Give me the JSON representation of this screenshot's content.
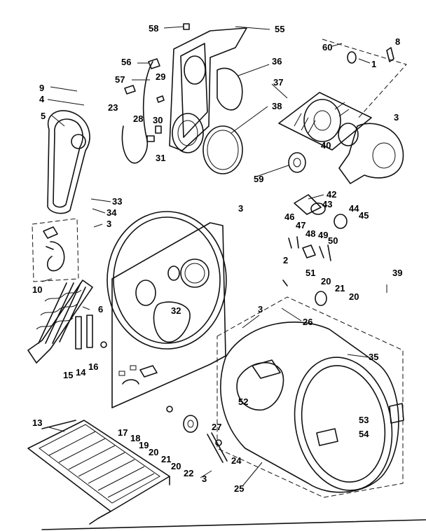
{
  "callouts": [
    {
      "id": "c58",
      "text": "58"
    },
    {
      "id": "c55",
      "text": "55"
    },
    {
      "id": "c60",
      "text": "60"
    },
    {
      "id": "c8",
      "text": "8"
    },
    {
      "id": "c1",
      "text": "1"
    },
    {
      "id": "c56",
      "text": "56"
    },
    {
      "id": "c36",
      "text": "36"
    },
    {
      "id": "c57",
      "text": "57"
    },
    {
      "id": "c29",
      "text": "29"
    },
    {
      "id": "c37",
      "text": "37"
    },
    {
      "id": "c9",
      "text": "9"
    },
    {
      "id": "c4",
      "text": "4"
    },
    {
      "id": "c23",
      "text": "23"
    },
    {
      "id": "c38",
      "text": "38"
    },
    {
      "id": "c3a",
      "text": "3"
    },
    {
      "id": "c5",
      "text": "5"
    },
    {
      "id": "c28",
      "text": "28"
    },
    {
      "id": "c30",
      "text": "30"
    },
    {
      "id": "c40",
      "text": "40"
    },
    {
      "id": "c31",
      "text": "31"
    },
    {
      "id": "c59",
      "text": "59"
    },
    {
      "id": "c42",
      "text": "42"
    },
    {
      "id": "c43",
      "text": "43"
    },
    {
      "id": "c33",
      "text": "33"
    },
    {
      "id": "c44",
      "text": "44"
    },
    {
      "id": "c45",
      "text": "45"
    },
    {
      "id": "c3b",
      "text": "3"
    },
    {
      "id": "c34",
      "text": "34"
    },
    {
      "id": "c46",
      "text": "46"
    },
    {
      "id": "c47",
      "text": "47"
    },
    {
      "id": "c48",
      "text": "48"
    },
    {
      "id": "c3c",
      "text": "3"
    },
    {
      "id": "c49",
      "text": "49"
    },
    {
      "id": "c50",
      "text": "50"
    },
    {
      "id": "c2",
      "text": "2"
    },
    {
      "id": "c51",
      "text": "51"
    },
    {
      "id": "c39",
      "text": "39"
    },
    {
      "id": "c10",
      "text": "10"
    },
    {
      "id": "c20a",
      "text": "20"
    },
    {
      "id": "c21a",
      "text": "21"
    },
    {
      "id": "c20b",
      "text": "20"
    },
    {
      "id": "c6",
      "text": "6"
    },
    {
      "id": "c32",
      "text": "32"
    },
    {
      "id": "c3d",
      "text": "3"
    },
    {
      "id": "c26",
      "text": "26"
    },
    {
      "id": "c35",
      "text": "35"
    },
    {
      "id": "c15",
      "text": "15"
    },
    {
      "id": "c14",
      "text": "14"
    },
    {
      "id": "c16",
      "text": "16"
    },
    {
      "id": "c52",
      "text": "52"
    },
    {
      "id": "c13",
      "text": "13"
    },
    {
      "id": "c17",
      "text": "17"
    },
    {
      "id": "c18",
      "text": "18"
    },
    {
      "id": "c19",
      "text": "19"
    },
    {
      "id": "c20c",
      "text": "20"
    },
    {
      "id": "c21b",
      "text": "21"
    },
    {
      "id": "c27",
      "text": "27"
    },
    {
      "id": "c53",
      "text": "53"
    },
    {
      "id": "c54",
      "text": "54"
    },
    {
      "id": "c20d",
      "text": "20"
    },
    {
      "id": "c22",
      "text": "22"
    },
    {
      "id": "c24",
      "text": "24"
    },
    {
      "id": "c3e",
      "text": "3"
    },
    {
      "id": "c25",
      "text": "25"
    }
  ]
}
